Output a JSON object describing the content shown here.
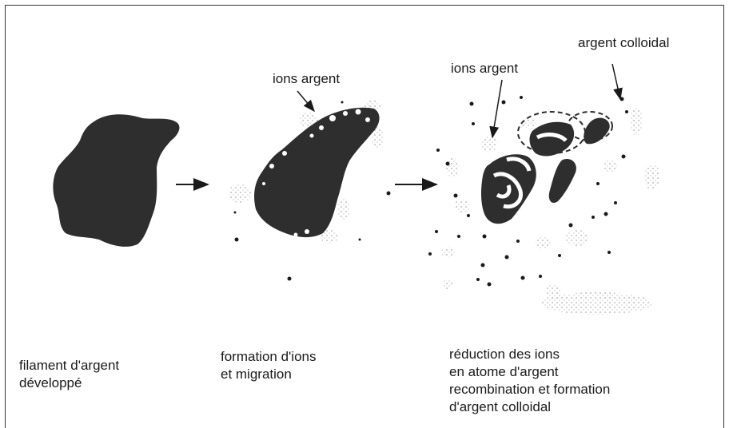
{
  "labels": {
    "ions_argent_1": "ions argent",
    "ions_argent_2": "ions argent",
    "argent_colloidal": "argent colloidal"
  },
  "captions": {
    "stage1": [
      "filament d'argent",
      "développé"
    ],
    "stage2": [
      "formation d'ions",
      "et migration"
    ],
    "stage3": [
      "réduction des ions",
      "en atome d'argent",
      "recombination et formation",
      "d'argent colloidal"
    ]
  },
  "colors": {
    "silver_mass": "#2e2e2e",
    "ink": "#1a1a1a",
    "background": "#ffffff"
  }
}
